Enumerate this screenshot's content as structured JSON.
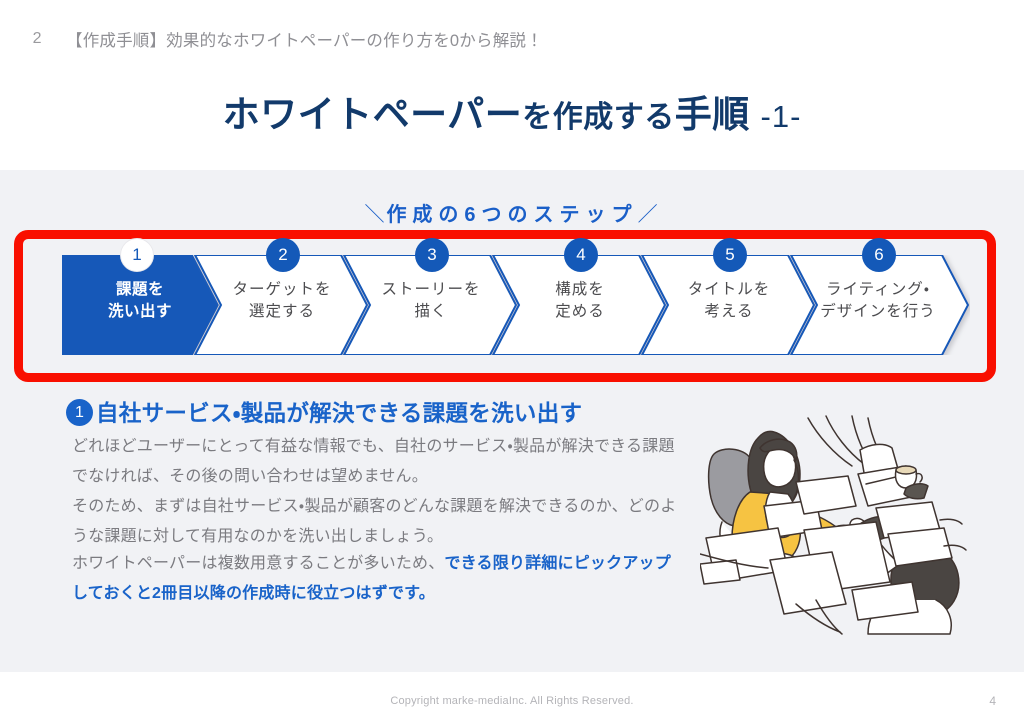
{
  "header": {
    "page_marker": "2",
    "title": "【作成手順】効果的なホワイトペーパーの作り方を0から解説！"
  },
  "title": {
    "main": "ホワイトペーパー",
    "mid": "を作成する",
    "tail": "手順",
    "suffix": "-1-"
  },
  "steps_section": {
    "subtitle_open": "＼",
    "subtitle": "作成の6つのステップ",
    "subtitle_close": "／",
    "highlight_color": "#f90f00",
    "accent_color": "#1459b8",
    "steps": [
      {
        "num": "1",
        "line1": "課題を",
        "line2": "洗い出す",
        "active": true
      },
      {
        "num": "2",
        "line1": "ターゲットを",
        "line2": "選定する",
        "active": false
      },
      {
        "num": "3",
        "line1": "ストーリーを",
        "line2": "描く",
        "active": false
      },
      {
        "num": "4",
        "line1": "構成を",
        "line2": "定める",
        "active": false
      },
      {
        "num": "5",
        "line1": "タイトルを",
        "line2": "考える",
        "active": false
      },
      {
        "num": "6",
        "line1": "ライティング・",
        "line2": "デザインを行う",
        "active": false
      }
    ]
  },
  "section": {
    "badge": "1",
    "heading": "自社サービス・製品が解決できる課題を洗い出す",
    "paragraphs": [
      {
        "plain": "どれほどユーザーにとって有益な情報でも、自社のサービス・製品が解決できる課題でなければ、その後の問い合わせは望めません。",
        "highlight": ""
      },
      {
        "plain": "そのため、まずは自社サービス・製品が顧客のどんな課題を解決できるのか、どのような課題に対して有用なのかを洗い出しましょう。",
        "highlight": ""
      },
      {
        "plain": "ホワイトペーパーは複数用意することが多いため、",
        "highlight": "できる限り詳細にピックアップしておくと2冊目以降の作成時に役立つはずです。"
      }
    ]
  },
  "illustration": {
    "alt": "two people reviewing printed documents at a desk"
  },
  "footer": {
    "copyright": "Copyright marke-mediaInc. All Rights Reserved.",
    "page_number": "4"
  }
}
